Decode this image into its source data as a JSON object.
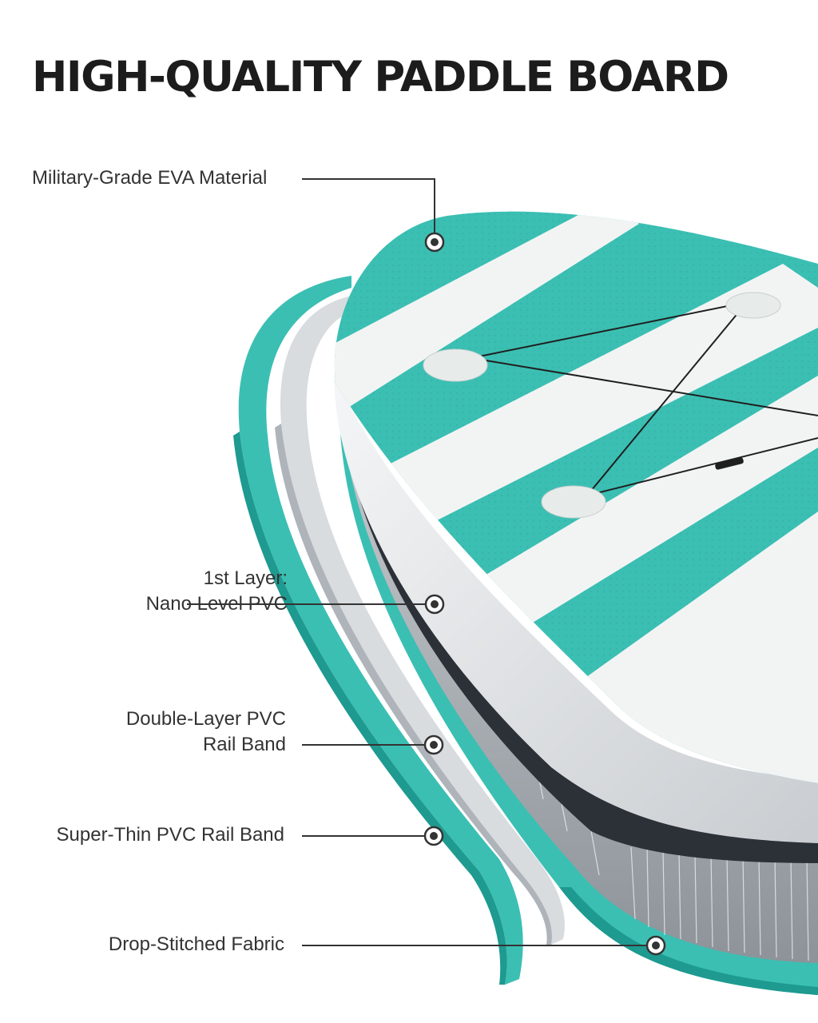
{
  "title": "HIGH-QUALITY PADDLE BOARD",
  "callouts": {
    "eva": {
      "text": "Military-Grade EVA Material"
    },
    "layer1": {
      "line1": "1st Layer:",
      "line2": "Nano Level PVC"
    },
    "double": {
      "line1": "Double-Layer PVC",
      "line2": "Rail Band"
    },
    "thin": {
      "text": "Super-Thin PVC Rail Band"
    },
    "fabric": {
      "text": "Drop-Stitched Fabric"
    }
  },
  "colors": {
    "teal": "#3bbfb3",
    "teal_dark": "#1e9a90",
    "white_stripe": "#f2f4f4",
    "silver": "#cfd3d6",
    "dark_layer": "#2c3138",
    "text": "#333333",
    "title": "#1c1c1c"
  }
}
